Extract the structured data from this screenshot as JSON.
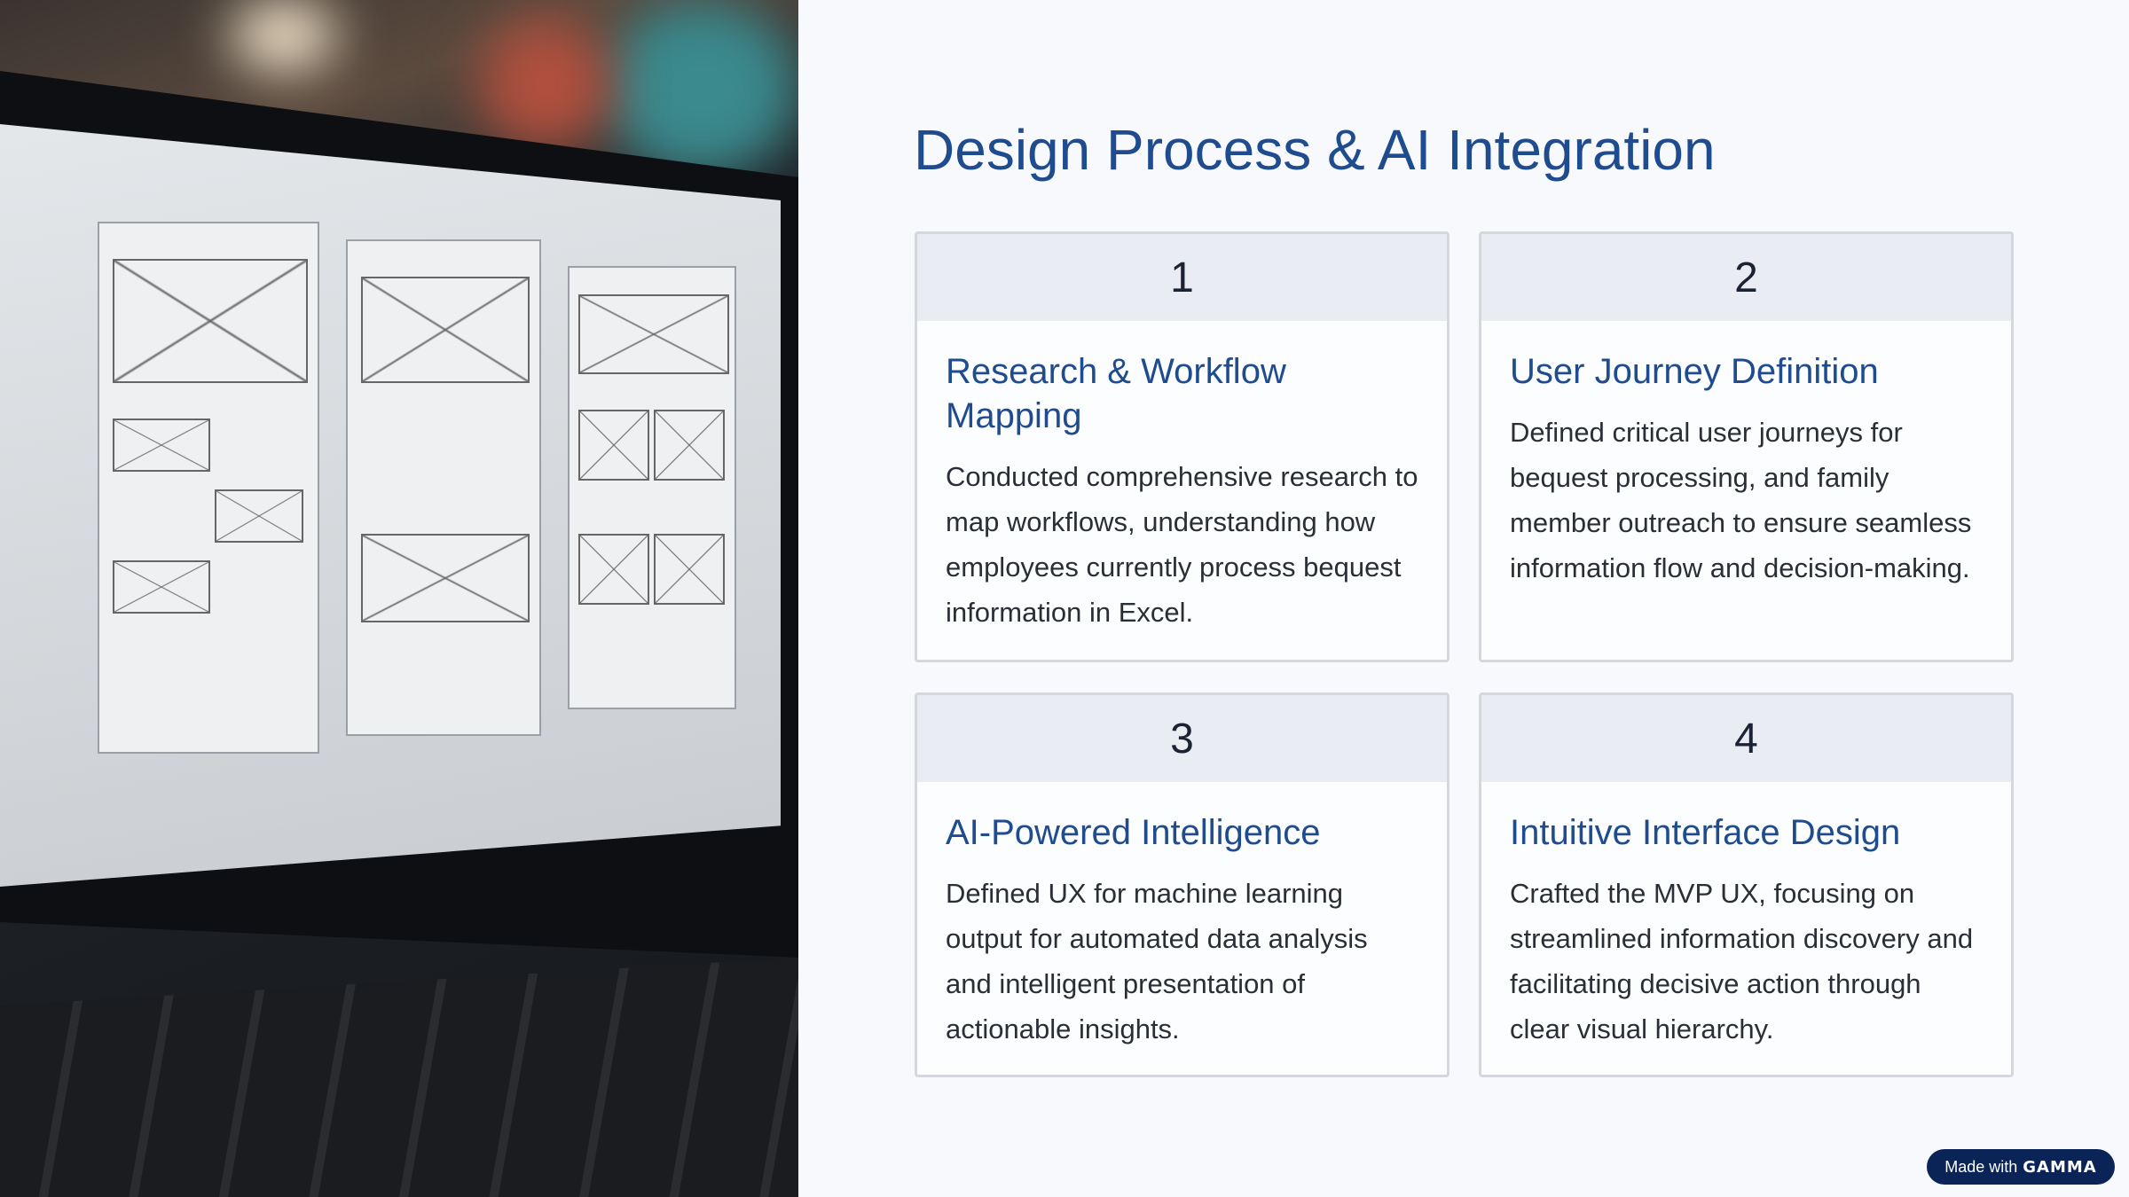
{
  "title": "Design Process & AI Integration",
  "cards": [
    {
      "number": "1",
      "heading": "Research & Workflow Mapping",
      "body": "Conducted comprehensive research to map workflows, understanding how employees currently process bequest information in Excel."
    },
    {
      "number": "2",
      "heading": "User Journey Definition",
      "body": "Defined critical user journeys for bequest processing, and family member outreach to ensure seamless information flow and decision-making."
    },
    {
      "number": "3",
      "heading": "AI-Powered Intelligence",
      "body": "Defined UX for machine learning output for automated data analysis and intelligent presentation of actionable insights."
    },
    {
      "number": "4",
      "heading": "Intuitive Interface Design",
      "body": "Crafted the MVP UX, focusing on streamlined information discovery and facilitating decisive action through clear visual hierarchy."
    }
  ],
  "badge": {
    "prefix": "Made with",
    "brand": "GAMMA"
  }
}
